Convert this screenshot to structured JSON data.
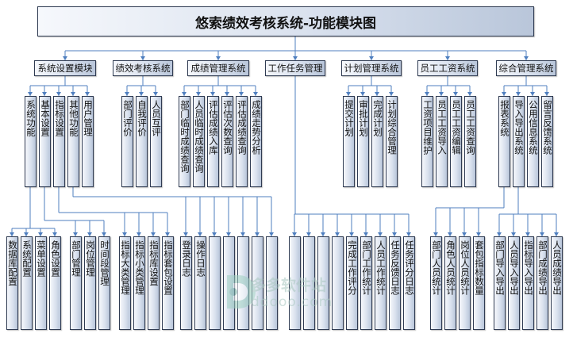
{
  "title": "悠索绩效考核系统-功能模块图",
  "modules": [
    {
      "label": "系统设置模块",
      "children": [
        "系统功能",
        "基本设置",
        "指标设置",
        "其他功能",
        "用户管理"
      ]
    },
    {
      "label": "绩效考核系统",
      "children": [
        "部门评价",
        "自我评价",
        "人员互评"
      ]
    },
    {
      "label": "成绩管理系统",
      "children": [
        "部门临时成绩查询",
        "人员临时成绩查询",
        "评估成绩入库",
        "评估次数查询",
        "评估成绩查询",
        "成绩走势分析"
      ]
    },
    {
      "label": "工作任务管理",
      "children": []
    },
    {
      "label": "计划管理系统",
      "children": [
        "提交计划",
        "审批计划",
        "完成计划",
        "计划综合管理"
      ]
    },
    {
      "label": "员工工资系统",
      "children": [
        "工资项目维护",
        "员工工资导入",
        "员工工资编辑",
        "员工工资查询"
      ]
    },
    {
      "label": "综合管理系统",
      "children": [
        "报表系统",
        "导入导出系统",
        "公用信息系统",
        "留言反馈系统"
      ]
    }
  ],
  "bottom_labels": [
    "数据库配置",
    "系统配置",
    "菜单设置",
    "角色设置",
    "部门管理",
    "岗位管理",
    "时间段管理",
    "指标大类管理",
    "指标小类管理",
    "指标库设置",
    "指标套包设置",
    "登录日志",
    "操作日志",
    "",
    "",
    "",
    "",
    "",
    "",
    "",
    "",
    "",
    "完成工作评分",
    "部门工作统计",
    "人员工作统计",
    "任务反馈日志",
    "任务评分日志",
    "部门人员统计",
    "角色人员统计",
    "岗位人员统计",
    "套包指标数量",
    "部门导入导出",
    "人员导入导出",
    "指标导入导出",
    "部门成绩导出",
    "人员成绩导出"
  ],
  "watermark": {
    "cn": "多多软件站",
    "en": "ddooo.com"
  },
  "colors": {
    "line": "#4f7fbf",
    "border": "#2f3b52"
  }
}
